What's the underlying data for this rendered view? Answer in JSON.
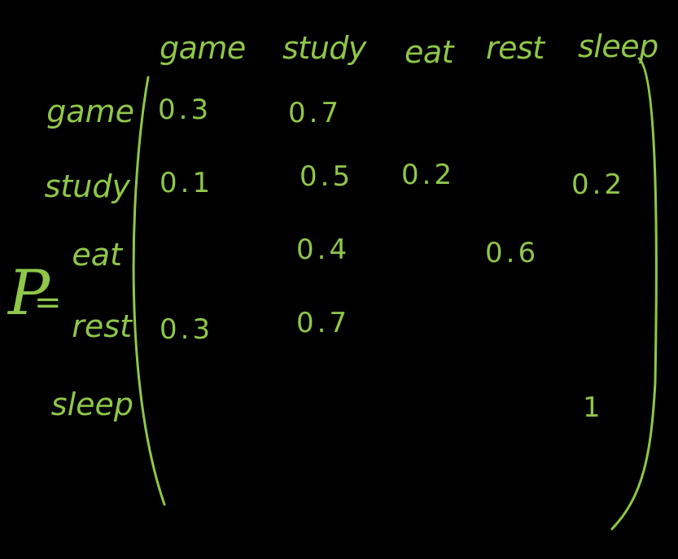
{
  "matrix": {
    "symbol": "P",
    "equals": "=",
    "columns": [
      "game",
      "study",
      "eat",
      "rest",
      "sleep"
    ],
    "rows": [
      "game",
      "study",
      "eat",
      "rest",
      "sleep"
    ],
    "cells": [
      [
        "0.3",
        "0.7",
        "",
        "",
        ""
      ],
      [
        "0.1",
        "0.5",
        "0.2",
        "",
        "0.2"
      ],
      [
        "",
        "0.4",
        "",
        "0.6",
        ""
      ],
      [
        "0.3",
        "0.7",
        "",
        "",
        ""
      ],
      [
        "",
        "",
        "",
        "",
        "1"
      ]
    ]
  },
  "colors": {
    "ink": "#8fc74a",
    "background": "#000000"
  }
}
